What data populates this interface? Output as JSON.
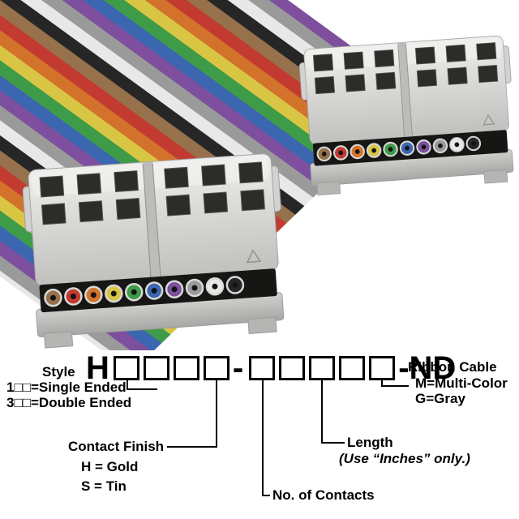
{
  "photo": {
    "cable_colors": [
      "#96714c",
      "#c23a30",
      "#d2722b",
      "#d9c544",
      "#3e9c49",
      "#3b66b0",
      "#7d4f9e",
      "#9a9a9a",
      "#e8e8e6",
      "#262626"
    ],
    "connector_body_color": "#d7d7d5",
    "wire_strip_color": "#161614"
  },
  "part_number": {
    "prefix": "H",
    "group1_boxes": 4,
    "separator": "-",
    "group2_boxes": 5,
    "suffix": "-ND"
  },
  "annotations": {
    "style": {
      "title": "Style",
      "option1": "1□□=Single Ended",
      "option2": "3□□=Double Ended"
    },
    "contact_finish": {
      "title": "Contact Finish",
      "option1": "H = Gold",
      "option2": "S = Tin"
    },
    "contacts": {
      "title": "No. of Contacts"
    },
    "length": {
      "title": "Length",
      "note": "(Use “Inches” only.)"
    },
    "ribbon": {
      "title": "Ribbon Cable",
      "option1": "M=Multi-Color",
      "option2": "G=Gray"
    }
  }
}
